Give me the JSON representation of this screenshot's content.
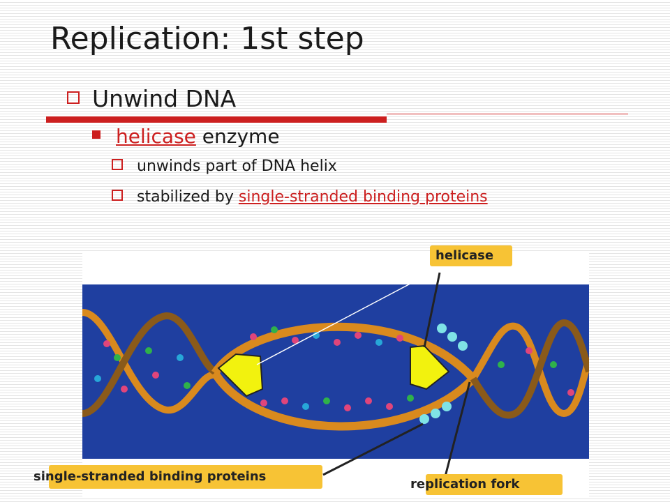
{
  "slide": {
    "title": "Replication: 1st step",
    "bullet_l1": "Unwind DNA",
    "bullet_l2": {
      "link": "helicase",
      "rest": " enzyme"
    },
    "bullet_l3": [
      {
        "text": "unwinds part of DNA helix"
      },
      {
        "prefix": "stabilized by ",
        "link": "single-stranded binding proteins"
      }
    ]
  },
  "figure": {
    "labels": {
      "helicase": "helicase",
      "ssb": "single-stranded binding proteins",
      "fork": "replication fork"
    },
    "colors": {
      "background": "#1f3fa0",
      "strand": "#d98a1e",
      "helicase": "#f2f20e",
      "ssb": "#7fe3e6",
      "label_bg": "#f7c335"
    }
  },
  "theme": {
    "accent": "#cc1f1f"
  }
}
